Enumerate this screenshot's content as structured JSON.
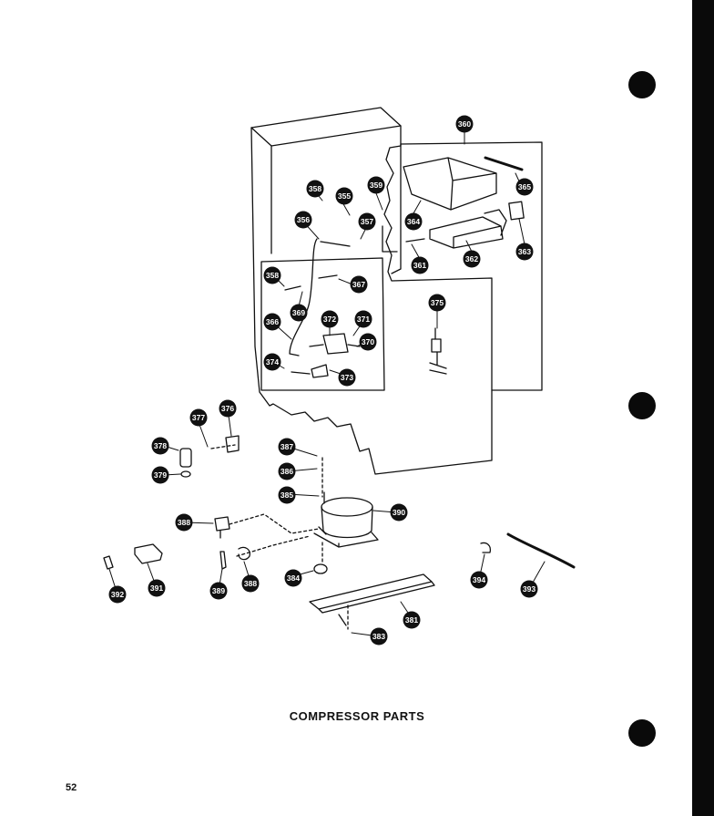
{
  "caption": "COMPRESSOR PARTS",
  "page_number": "52",
  "callouts": [
    {
      "id": "c360",
      "label": "360"
    },
    {
      "id": "c365",
      "label": "365"
    },
    {
      "id": "c364",
      "label": "364"
    },
    {
      "id": "c363",
      "label": "363"
    },
    {
      "id": "c362",
      "label": "362"
    },
    {
      "id": "c361",
      "label": "361"
    },
    {
      "id": "c359",
      "label": "359"
    },
    {
      "id": "c358a",
      "label": "358"
    },
    {
      "id": "c355",
      "label": "355"
    },
    {
      "id": "c356",
      "label": "356"
    },
    {
      "id": "c357",
      "label": "357"
    },
    {
      "id": "c358b",
      "label": "358"
    },
    {
      "id": "c367",
      "label": "367"
    },
    {
      "id": "c369",
      "label": "369"
    },
    {
      "id": "c366",
      "label": "366"
    },
    {
      "id": "c372",
      "label": "372"
    },
    {
      "id": "c371",
      "label": "371"
    },
    {
      "id": "c370",
      "label": "370"
    },
    {
      "id": "c374",
      "label": "374"
    },
    {
      "id": "c373",
      "label": "373"
    },
    {
      "id": "c375",
      "label": "375"
    },
    {
      "id": "c377",
      "label": "377"
    },
    {
      "id": "c376",
      "label": "376"
    },
    {
      "id": "c378",
      "label": "378"
    },
    {
      "id": "c379",
      "label": "379"
    },
    {
      "id": "c387",
      "label": "387"
    },
    {
      "id": "c386",
      "label": "386"
    },
    {
      "id": "c385",
      "label": "385"
    },
    {
      "id": "c390",
      "label": "390"
    },
    {
      "id": "c388a",
      "label": "388"
    },
    {
      "id": "c384",
      "label": "384"
    },
    {
      "id": "c388b",
      "label": "388"
    },
    {
      "id": "c389",
      "label": "389"
    },
    {
      "id": "c392",
      "label": "392"
    },
    {
      "id": "c391",
      "label": "391"
    },
    {
      "id": "c381",
      "label": "381"
    },
    {
      "id": "c383",
      "label": "383"
    },
    {
      "id": "c394",
      "label": "394"
    },
    {
      "id": "c393",
      "label": "393"
    }
  ]
}
